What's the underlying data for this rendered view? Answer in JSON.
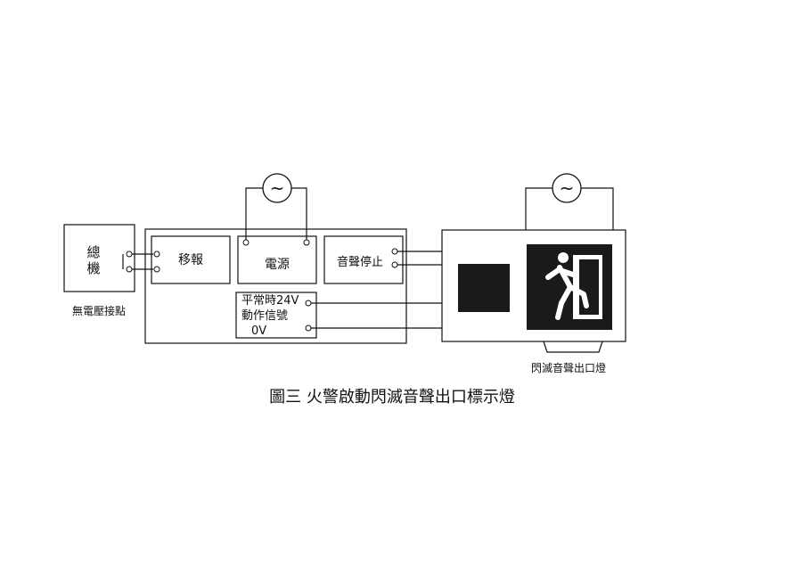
{
  "diagram": {
    "main_unit": "總\n機",
    "main_unit_line1": "總",
    "main_unit_line2": "機",
    "dry_contact": "無電壓接點",
    "relay": "移報",
    "power": "電源",
    "sound_stop": "音聲停止",
    "signal_line1": "平常時24V",
    "signal_line2": "動作信號",
    "signal_line3": "0V",
    "ac_symbol": "~",
    "ac_symbol_right": "~",
    "lamp_label": "閃滅音聲出口燈",
    "caption": "圖三  火警啟動閃滅音聲出口標示燈"
  },
  "colors": {
    "ink": "#111111",
    "sign_fill": "#1a1a1a",
    "paper": "#ffffff"
  },
  "icons": [
    "ac-source-icon",
    "running-man-exit-icon"
  ]
}
